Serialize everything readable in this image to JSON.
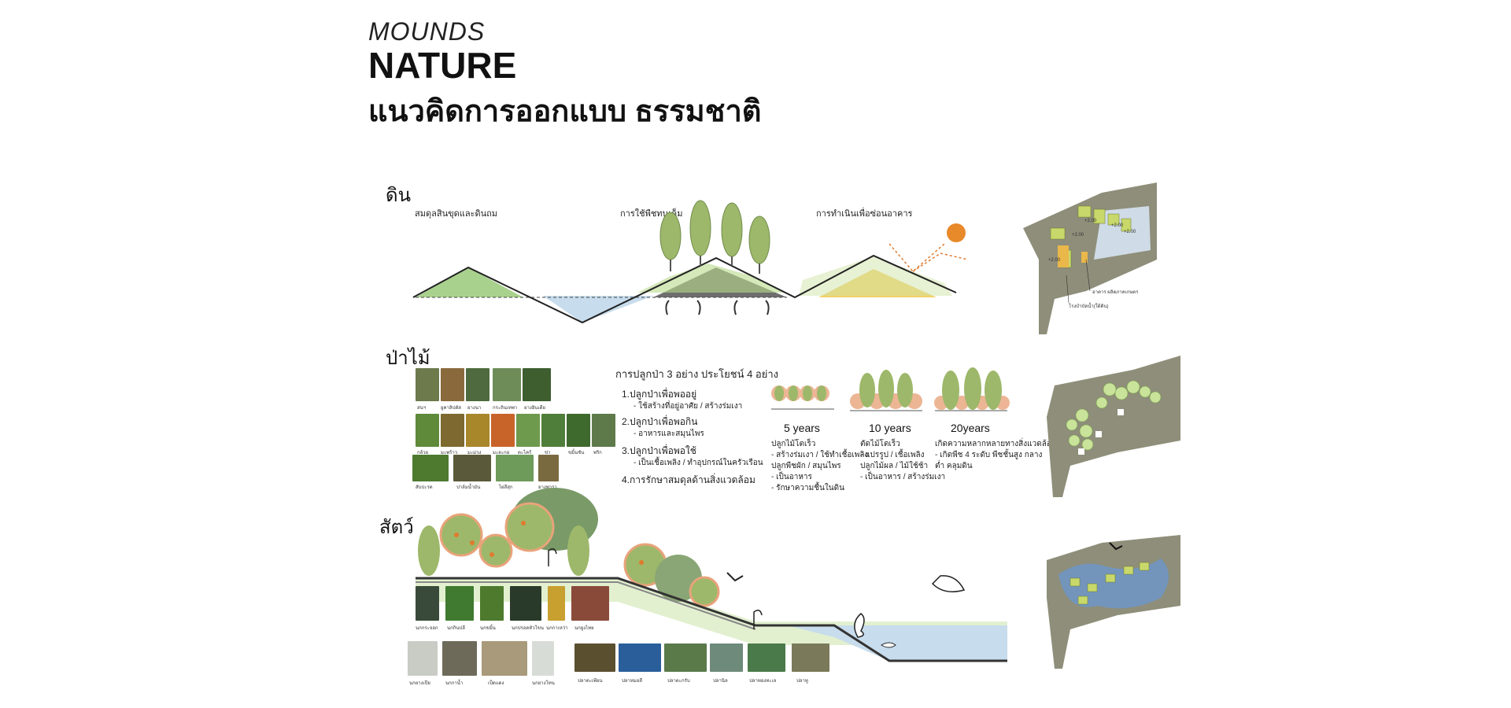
{
  "header": {
    "mounds": "MOUNDS",
    "nature": "NATURE",
    "thai_title": "แนวคิดการออกแบบ ธรรมชาติ"
  },
  "soil": {
    "label": "ดิน",
    "caption_1": "สมดุลสินขุดและดินถม",
    "caption_2": "การใช้พืชทนเค็ม",
    "caption_3": "การทำเนินเพื่อซ่อนอาคาร",
    "plan_note_1": "อาคาร ผลิตภาคเกษตร",
    "plan_note_2": "โรงบำบัดน้ำ(ใต้ดิน)",
    "plan_levels": [
      "+2.00",
      "+2.00",
      "+2.00",
      "+2.00",
      "+2.00"
    ]
  },
  "forest": {
    "label": "ป่าไม้",
    "heading": "การปลูกป่า 3 อย่าง ประโยชน์ 4 อย่าง",
    "items": [
      {
        "title": "1.ปลูกป่าเพื่อพออยู่",
        "sub": "- ใช้สร้างที่อยู่อาศัย / สร้างร่มเงา"
      },
      {
        "title": "2.ปลูกป่าเพื่อพอกิน",
        "sub": "- อาหารและสมุนไพร"
      },
      {
        "title": "3.ปลูกป่าเพื่อพอใช้",
        "sub": "- เป็นเชื้อเพลิง / ทำอุปกรณ์ในครัวเรือน"
      },
      {
        "title": "4.การรักษาสมดุลด้านสิ่งแวดล้อม",
        "sub": ""
      }
    ],
    "stages": [
      {
        "year": "5 years",
        "lines": [
          "ปลูกไม้โตเร็ว",
          "- สร้างร่มเงา / ใช้ทำเชื้อเพลิง",
          "ปลูกพืชผัก / สมุนไพร",
          "- เป็นอาหาร",
          "- รักษาความชื้นในดิน"
        ]
      },
      {
        "year": "10 years",
        "lines": [
          "ตัดไม้โตเร็ว",
          "- แปรรูป / เชื้อเพลิง",
          "ปลูกไม้ผล / ไม้ใช้ช้า",
          "- เป็นอาหาร / สร้างร่มเงา"
        ]
      },
      {
        "year": "20years",
        "lines": [
          "เกิดความหลากหลายทางสิ่งแวดล้อม",
          "- เกิดพืช 4 ระดับ พืชชั้นสูง กลาง",
          "ต่ำ คลุมดิน"
        ]
      }
    ],
    "photo_rows": [
      [
        "สนฯ",
        "ยูคาลิปตัส",
        "ยางนา",
        "กระถินเทพา",
        "ยางอินเดีย"
      ],
      [
        "กล้วย",
        "มะพร้าว",
        "มะม่วง",
        "มะละกอ",
        "ตะไคร้",
        "ข่า",
        "ขมิ้นชัน",
        "พริก"
      ],
      [
        "สับปะรด",
        "ปาล์มน้ำมัน",
        "ไผ่สีสุก",
        "ยางพารา"
      ]
    ]
  },
  "animal": {
    "label": "สัตว์",
    "bird_captions": [
      "นกกระจอก",
      "นกกินปลี",
      "นกขมิ้น",
      "นกปรอดหัวโขน",
      "นกกาเหว่า",
      "นกยูงไทย"
    ],
    "water_bird_captions": [
      "นกยางเปีย",
      "นกกาน้ำ",
      "เป็ดแดง",
      "นกยางโทน"
    ],
    "fish_captions": [
      "ปลาตะเพียน",
      "ปลาหมอสี",
      "ปลาตะกรับ",
      "ปลานิล",
      "ปลาทองทะเล",
      "ปลาทู"
    ]
  },
  "colors": {
    "tree_green": "#9db86a",
    "tree_dark": "#7a9a5a",
    "orange": "#e07a2e",
    "sun": "#e8892a",
    "water": "#c7dcec",
    "mound_yellow": "#f2d166",
    "mound_green": "#a9d18e",
    "plan_gray": "#8e8e7a"
  }
}
